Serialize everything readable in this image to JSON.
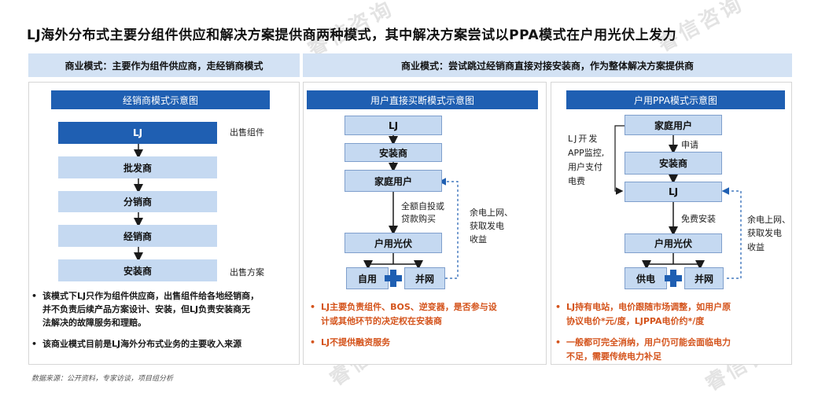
{
  "title": "LJ海外分布式主要分组件供应和解决方案提供商两种模式，其中解决方案尝试以PPA模式在户用光伏上发力",
  "watermark": "睿信咨询",
  "model_left": "商业模式：主要作为组件供应商，走经销商模式",
  "model_right": "商业模式：尝试跳过经销商直接对接安装商，作为整体解决方案提供商",
  "panel1": {
    "header": "经销商模式示意图",
    "steps": [
      "LJ",
      "批发商",
      "分销商",
      "经销商",
      "安装商"
    ],
    "label_top": "出售组件",
    "label_bottom": "出售方案",
    "bullets": [
      "该模式下LJ只作为组件供应商，出售组件给各地经销商，",
      "并不负责后续产品方案设计、安装，但LJ负责安装商无",
      "法解决的故障服务和理赔。",
      "该商业模式目前是LJ海外分布式业务的主要收入来源"
    ]
  },
  "panel2": {
    "header": "用户直接买断模式示意图",
    "steps": [
      "LJ",
      "安装商",
      "家庭用户",
      "户用光伏"
    ],
    "bottom_left": "自用",
    "bottom_right": "并网",
    "arrow_label_1": "全额自投或",
    "arrow_label_2": "贷款购买",
    "side_label_1": "余电上网、",
    "side_label_2": "获取发电",
    "side_label_3": "收益",
    "bullets": [
      "LJ主要负责组件、BOS、逆变器，是否参与设",
      "计或其他环节的决定权在安装商",
      "LJ不提供融资服务"
    ]
  },
  "panel3": {
    "header": "户用PPA模式示意图",
    "steps": [
      "家庭用户",
      "安装商",
      "LJ",
      "户用光伏"
    ],
    "bottom_left": "供电",
    "bottom_right": "并网",
    "apply_label": "申请",
    "free_label": "免费安装",
    "left_label_1": "LJ开发",
    "left_label_2": "APP监控,",
    "left_label_3": "用户支付",
    "left_label_4": "电费",
    "side_label_1": "余电上网、",
    "side_label_2": "获取发电",
    "side_label_3": "收益",
    "bullets": [
      "LJ持有电站，电价跟随市场调整，如用户原",
      "协议电价*元/度，LJPPA电价约*/度",
      "一般都可完全消纳，用户仍可能会面临电力",
      "不足，需要传统电力补足"
    ]
  },
  "source": "数据来源：公开资料，专家访谈，项目组分析",
  "colors": {
    "primary": "#1f5fb2",
    "light": "#c5d9f1",
    "header_bg": "#d3e2f4",
    "accent": "#d4531b"
  }
}
